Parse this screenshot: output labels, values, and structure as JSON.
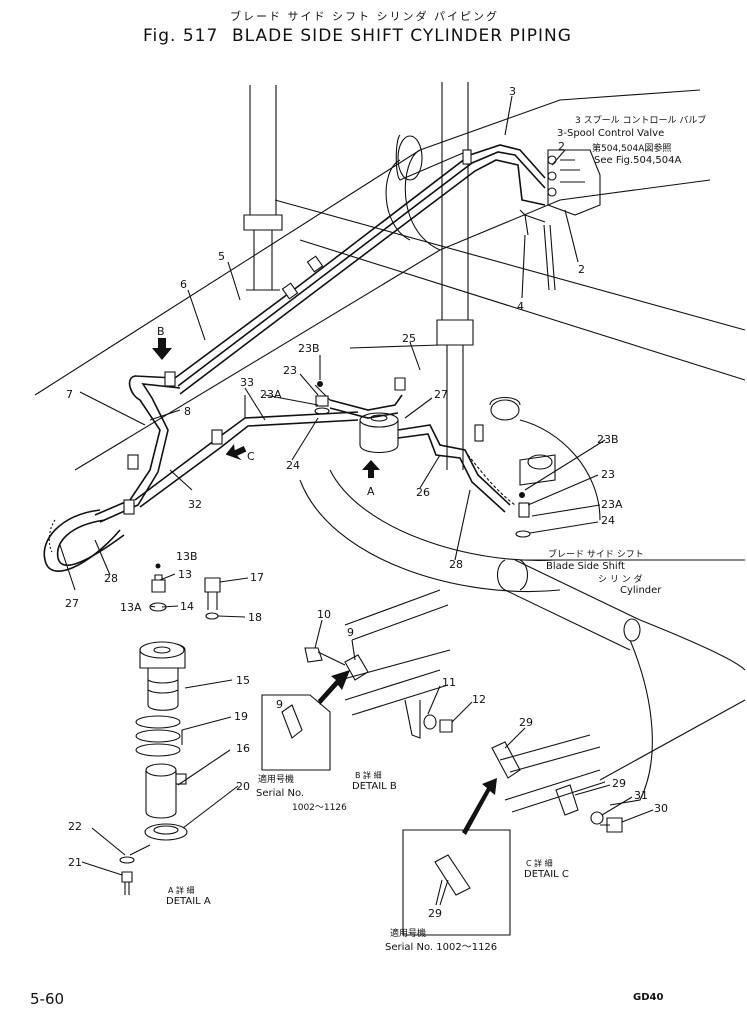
{
  "header": {
    "title_jp": "ブレード サイド シフト シリンダ パイピング",
    "figure_number": "Fig. 517",
    "title_en": "BLADE SIDE SHIFT CYLINDER PIPING"
  },
  "notes": {
    "control_valve_jp": "3 スプール コントロール バルブ",
    "control_valve_en": "3-Spool Control Valve",
    "control_valve_ref_jp": "第504,504A図参照",
    "control_valve_ref_en": "See Fig.504,504A",
    "cylinder_jp": "ブレード サイド シフト",
    "cylinder_en_1": "Blade Side Shift",
    "cylinder_jp_2": "シ リ ン ダ",
    "cylinder_en_2": "Cylinder"
  },
  "details": {
    "a_jp": "A 詳 細",
    "a_en": "DETAIL A",
    "b_jp": "B 詳 細",
    "b_en": "DETAIL B",
    "c_jp": "C 詳 細",
    "c_en": "DETAIL C"
  },
  "serials": {
    "b_jp": "適用号機",
    "b_en": "Serial No.",
    "b_range": "1002～1126",
    "c_jp": "適用号機",
    "c_en": "Serial No. 1002～1126"
  },
  "view_markers": [
    "B",
    "C",
    "A"
  ],
  "part_numbers": [
    "2",
    "2",
    "3",
    "4",
    "5",
    "6",
    "7",
    "8",
    "9",
    "9",
    "10",
    "11",
    "12",
    "13",
    "13A",
    "13B",
    "14",
    "15",
    "16",
    "17",
    "18",
    "19",
    "20",
    "21",
    "22",
    "23",
    "23",
    "23A",
    "23A",
    "23B",
    "23B",
    "24",
    "24",
    "25",
    "26",
    "27",
    "27",
    "28",
    "28",
    "29",
    "29",
    "29",
    "30",
    "31",
    "32",
    "33"
  ],
  "footer": {
    "page_number": "5-60",
    "model": "GD40"
  }
}
